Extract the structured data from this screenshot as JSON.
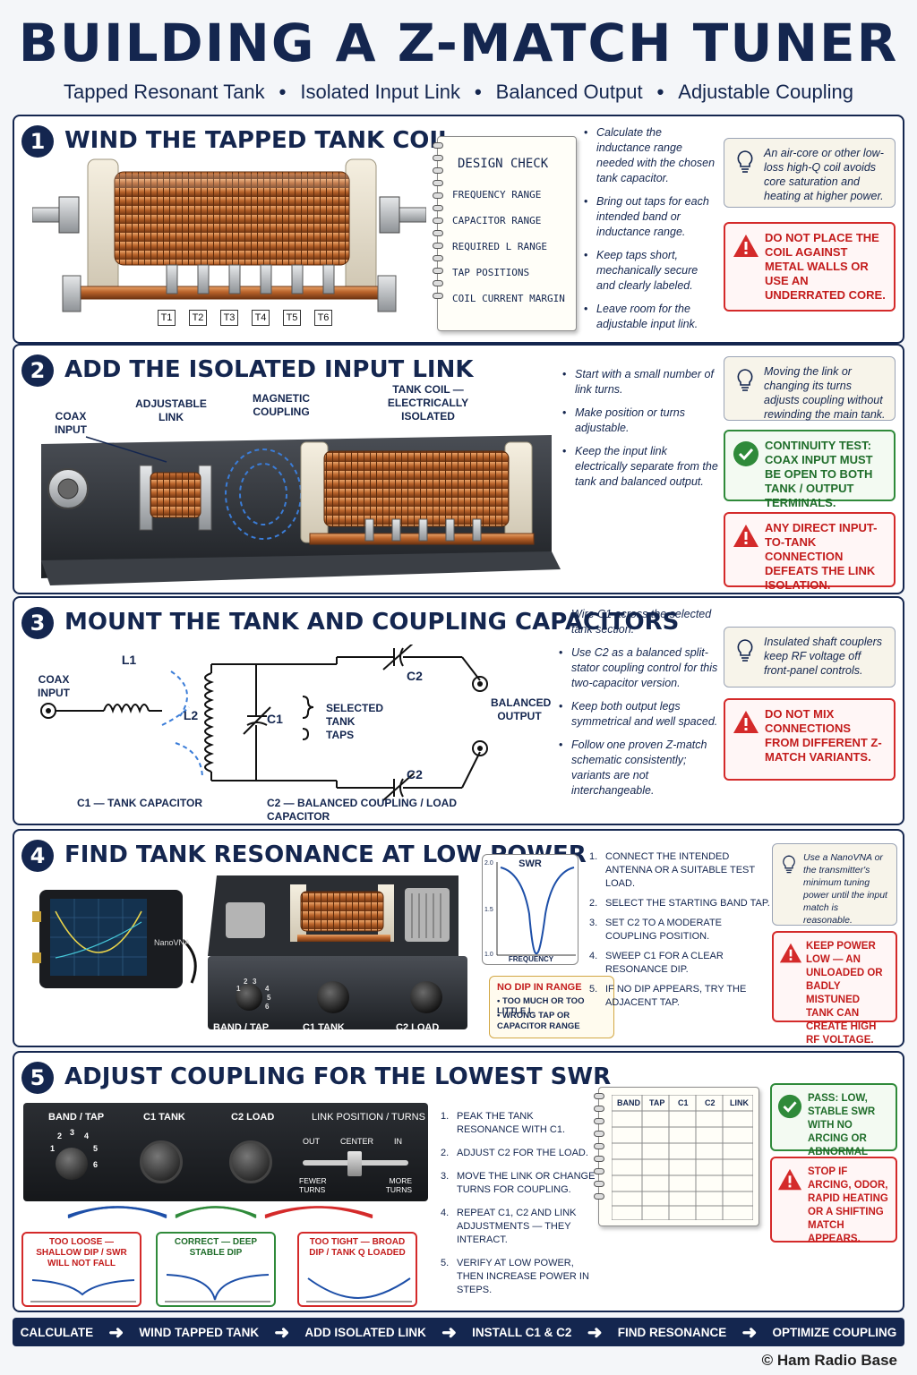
{
  "header": {
    "title": "BUILDING A Z-MATCH TUNER",
    "subtitle": [
      "Tapped Resonant Tank",
      "Isolated Input Link",
      "Balanced Output",
      "Adjustable Coupling"
    ],
    "separator": "•"
  },
  "step1": {
    "number": "1",
    "title": "WIND THE TAPPED TANK COIL",
    "taps": [
      "T1",
      "T2",
      "T3",
      "T4",
      "T5",
      "T6"
    ],
    "design_check": {
      "title": "DESIGN CHECK",
      "items": [
        "FREQUENCY RANGE",
        "CAPACITOR RANGE",
        "REQUIRED L RANGE",
        "TAP POSITIONS",
        "COIL CURRENT MARGIN"
      ]
    },
    "bullets": [
      "Calculate the inductance range needed with the chosen tank capacitor.",
      "Bring out taps for each intended band or inductance range.",
      "Keep taps short, mechanically secure and clearly labeled.",
      "Leave room for the adjustable input link."
    ],
    "tip": "An air-core or other low-loss high-Q coil avoids core saturation and heating at higher power.",
    "warning": "DO NOT PLACE THE COIL AGAINST METAL WALLS OR USE AN UNDERRATED CORE."
  },
  "step2": {
    "number": "2",
    "title": "ADD THE ISOLATED INPUT LINK",
    "labels": {
      "coax": "COAX INPUT",
      "link": "ADJUSTABLE LINK",
      "magnetic": "MAGNETIC COUPLING",
      "tank": "TANK COIL — ELECTRICALLY ISOLATED"
    },
    "bullets": [
      "Start with a small number of link turns.",
      "Make position or turns adjustable.",
      "Keep the input link electrically separate from the tank and balanced output."
    ],
    "tip": "Moving the link or changing its turns adjusts coupling without rewinding the main tank.",
    "ok": "CONTINUITY TEST: COAX INPUT MUST BE OPEN TO BOTH TANK / OUTPUT TERMINALS.",
    "warning": "ANY DIRECT INPUT-TO-TANK CONNECTION DEFEATS THE LINK ISOLATION."
  },
  "step3": {
    "number": "3",
    "title": "MOUNT THE TANK AND COUPLING CAPACITORS",
    "schematic": {
      "coax": "COAX INPUT",
      "l1": "L1",
      "l2": "L2",
      "c1": "C1",
      "c2": "C2",
      "taps": "SELECTED TANK TAPS",
      "output": "BALANCED OUTPUT",
      "legend_c1": "C1 — TANK CAPACITOR",
      "legend_c2": "C2 — BALANCED COUPLING / LOAD CAPACITOR"
    },
    "bullets": [
      "Wire C1 across the selected tank section.",
      "Use C2 as a balanced split-stator coupling control for this two-capacitor version.",
      "Keep both output legs symmetrical and well spaced.",
      "Follow one proven Z-match schematic consistently; variants are not interchangeable."
    ],
    "tip": "Insulated shaft couplers keep RF voltage off front-panel controls.",
    "warning": "DO NOT MIX CONNECTIONS FROM DIFFERENT Z-MATCH VARIANTS."
  },
  "step4": {
    "number": "4",
    "title": "FIND TANK RESONANCE AT LOW POWER",
    "device": "NanoVNA",
    "knobs": [
      "BAND / TAP",
      "C1 TANK",
      "C2 LOAD"
    ],
    "band_marks": [
      "1",
      "2",
      "3",
      "4",
      "5",
      "6"
    ],
    "plot": {
      "title": "SWR",
      "xlabel": "FREQUENCY",
      "yticks": [
        "2.0",
        "1.5",
        "1.0"
      ]
    },
    "steps": [
      "CONNECT THE INTENDED ANTENNA OR A SUITABLE TEST LOAD.",
      "SELECT THE STARTING BAND TAP.",
      "SET C2 TO A MODERATE COUPLING POSITION.",
      "SWEEP C1 FOR A CLEAR RESONANCE DIP.",
      "IF NO DIP APPEARS, TRY THE ADJACENT TAP."
    ],
    "no_dip": {
      "title": "NO DIP IN RANGE",
      "items": [
        "TOO MUCH OR TOO LITTLE L",
        "WRONG TAP OR CAPACITOR RANGE"
      ]
    },
    "tip": "Use a NanoVNA or the transmitter's minimum tuning power until the input match is reasonable.",
    "warning": "KEEP POWER LOW — AN UNLOADED OR BADLY MISTUNED TANK CAN CREATE HIGH RF VOLTAGE."
  },
  "step5": {
    "number": "5",
    "title": "ADJUST COUPLING FOR THE LOWEST SWR",
    "panel_labels": [
      "BAND / TAP",
      "C1 TANK",
      "C2 LOAD",
      "LINK POSITION / TURNS"
    ],
    "band_marks": [
      "1",
      "2",
      "3",
      "4",
      "5",
      "6"
    ],
    "slider": {
      "out": "OUT",
      "center": "CENTER",
      "in": "IN",
      "fewer": "FEWER TURNS",
      "more": "MORE TURNS"
    },
    "steps": [
      "PEAK THE TANK RESONANCE WITH C1.",
      "ADJUST C2 FOR THE LOAD.",
      "MOVE THE LINK OR CHANGE TURNS FOR COUPLING.",
      "REPEAT C1, C2 AND LINK ADJUSTMENTS — THEY INTERACT.",
      "VERIFY AT LOW POWER, THEN INCREASE POWER IN STEPS."
    ],
    "log_columns": [
      "BAND",
      "TAP",
      "C1",
      "C2",
      "LINK"
    ],
    "cases": [
      {
        "title": "TOO LOOSE — SHALLOW DIP / SWR WILL NOT FALL",
        "color": "#d42a2a"
      },
      {
        "title": "CORRECT — DEEP STABLE DIP",
        "color": "#2f8a3a"
      },
      {
        "title": "TOO TIGHT — BROAD DIP / TANK Q LOADED",
        "color": "#d42a2a"
      }
    ],
    "ok": "PASS: LOW, STABLE SWR WITH NO ARCING OR ABNORMAL HEATING.",
    "warning": "STOP IF ARCING, ODOR, RAPID HEATING OR A SHIFTING MATCH APPEARS."
  },
  "flow": [
    "CALCULATE",
    "WIND TAPPED TANK",
    "ADD ISOLATED LINK",
    "INSTALL C1 & C2",
    "FIND RESONANCE",
    "OPTIMIZE COUPLING"
  ],
  "credit": "© Ham Radio Base",
  "colors": {
    "navy": "#14264f",
    "warning": "#d42a2a",
    "ok": "#2f8a3a",
    "copper": "#b8622a"
  }
}
